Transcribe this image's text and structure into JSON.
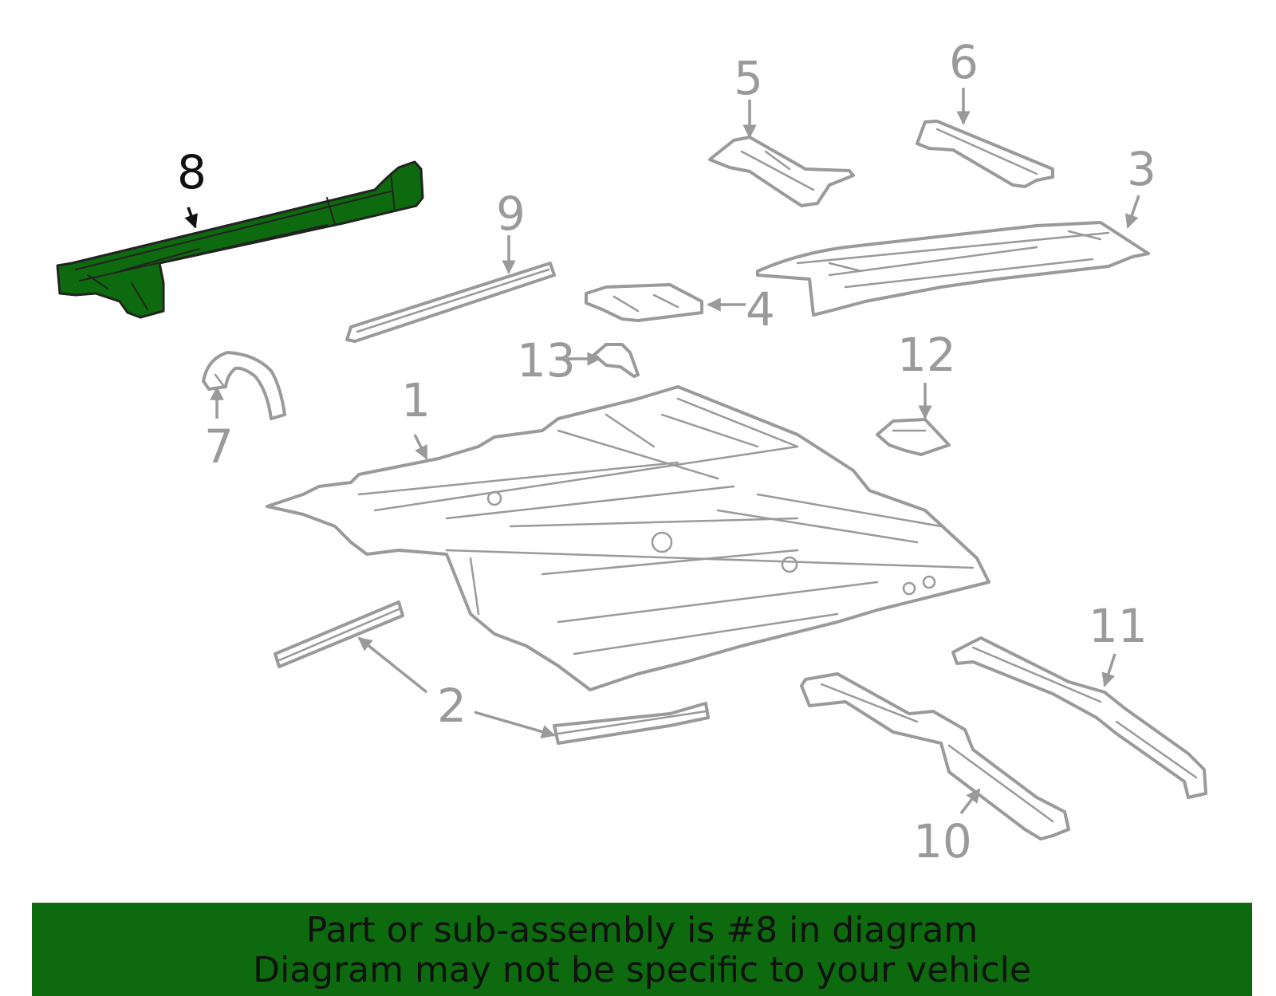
{
  "diagram": {
    "colors": {
      "highlight": "#0e6a0e",
      "parts": "#9a9a9a",
      "banner": "#0e6a0e"
    },
    "callouts": [
      {
        "id": "1",
        "label": "1"
      },
      {
        "id": "2",
        "label": "2"
      },
      {
        "id": "3",
        "label": "3"
      },
      {
        "id": "4",
        "label": "4"
      },
      {
        "id": "5",
        "label": "5"
      },
      {
        "id": "6",
        "label": "6"
      },
      {
        "id": "7",
        "label": "7"
      },
      {
        "id": "8",
        "label": "8",
        "highlighted": true
      },
      {
        "id": "9",
        "label": "9"
      },
      {
        "id": "10",
        "label": "10"
      },
      {
        "id": "11",
        "label": "11"
      },
      {
        "id": "12",
        "label": "12"
      },
      {
        "id": "13",
        "label": "13"
      }
    ]
  },
  "banner": {
    "line1": "Part or sub-assembly is #8 in diagram",
    "line2": "Diagram may not be specific to your vehicle"
  }
}
